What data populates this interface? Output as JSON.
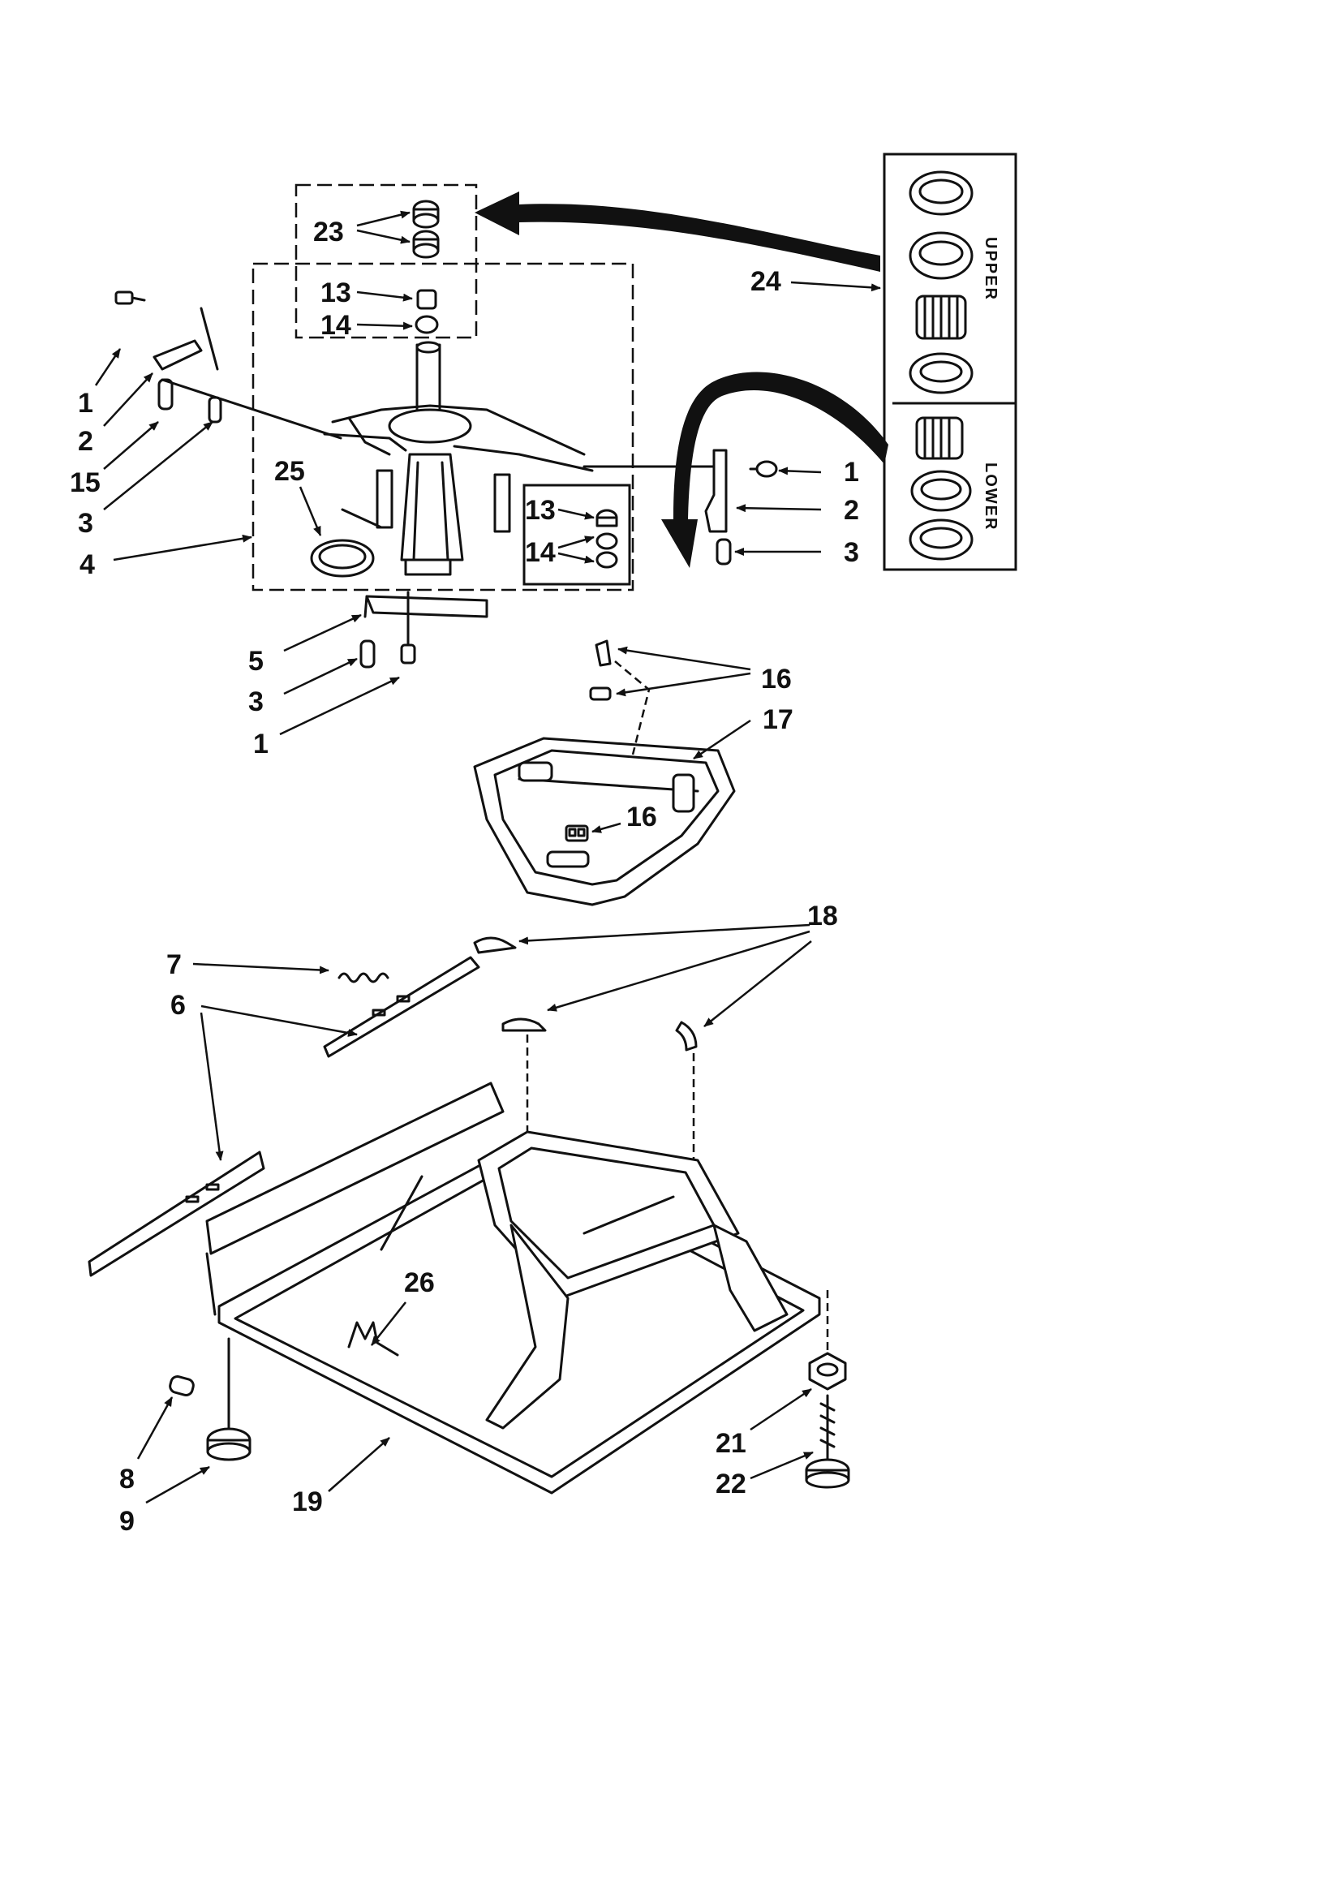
{
  "diagram": {
    "colors": {
      "ink": "#111111",
      "paper": "#ffffff"
    },
    "callouts": {
      "c23": "23",
      "c13_top": "13",
      "c14_top": "14",
      "c1_left": "1",
      "c2_left": "2",
      "c15": "15",
      "c3_left": "3",
      "c4": "4",
      "c25": "25",
      "c13_box": "13",
      "c14_box": "14",
      "c1_right": "1",
      "c2_right": "2",
      "c3_right": "3",
      "c24": "24",
      "c5": "5",
      "c3_bottom": "3",
      "c1_bottom": "1",
      "c16_top": "16",
      "c16_mid": "16",
      "c17": "17",
      "c18": "18",
      "c7": "7",
      "c6": "6",
      "c26": "26",
      "c8": "8",
      "c9": "9",
      "c19": "19",
      "c21": "21",
      "c22": "22"
    },
    "side_labels": {
      "upper": "UPPER",
      "lower": "LOWER"
    }
  }
}
